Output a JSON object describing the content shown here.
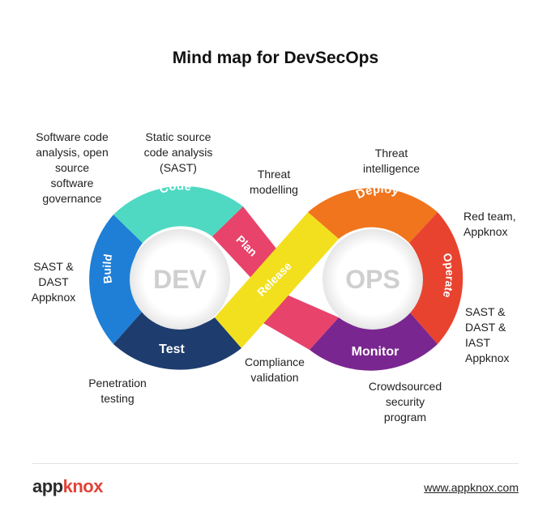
{
  "title": "Mind map for DevSecOps",
  "center_labels": {
    "dev": "DEV",
    "ops": "OPS"
  },
  "segments": {
    "code": "Code",
    "plan": "Plan",
    "build": "Build",
    "test": "Test",
    "release": "Release",
    "deploy": "Deploy",
    "operate": "Operate",
    "monitor": "Monitor"
  },
  "annotations": {
    "software_code_analysis": "Software code\nanalysis, open\nsource\nsoftware\ngovernance",
    "static_source": "Static source\ncode analysis\n(SAST)",
    "threat_modelling": "Threat\nmodelling",
    "threat_intelligence": "Threat\nintelligence",
    "red_team": "Red team,\nAppknox",
    "sast_dast_build": "SAST &\nDAST\nAppknox",
    "sast_dast_iast": "SAST &\nDAST &\nIAST\nAppknox",
    "penetration_testing": "Penetration\ntesting",
    "compliance_validation": "Compliance\nvalidation",
    "crowdsourced_security": "Crowdsourced\nsecurity\nprogram"
  },
  "colors": {
    "code": "#4fd9c2",
    "plan": "#e8436a",
    "build": "#1f7fd6",
    "test": "#1e3c6e",
    "release": "#f2e01e",
    "deploy": "#f0751c",
    "operate": "#e8432f",
    "monitor": "#7a2690"
  },
  "footer": {
    "brand_part1": "app",
    "brand_part2": "knox",
    "url": "www.appknox.com"
  }
}
